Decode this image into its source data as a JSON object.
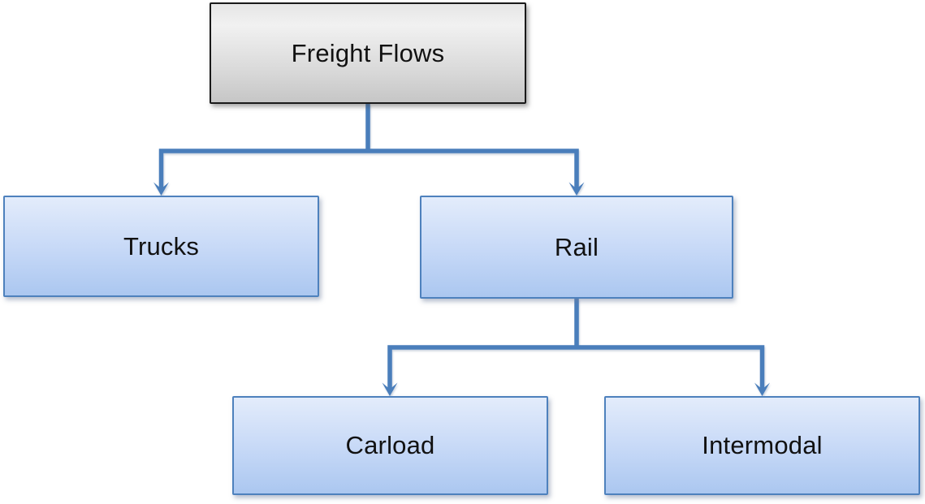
{
  "diagram": {
    "type": "tree",
    "background": "#FFFFFF",
    "nodes": [
      {
        "id": "freight-flows",
        "label": "Freight Flows",
        "level": 0,
        "style": "gray-root"
      },
      {
        "id": "trucks",
        "label": "Trucks",
        "level": 1,
        "style": "blue"
      },
      {
        "id": "rail",
        "label": "Rail",
        "level": 1,
        "style": "blue"
      },
      {
        "id": "carload",
        "label": "Carload",
        "level": 2,
        "style": "blue"
      },
      {
        "id": "intermodal",
        "label": "Intermodal",
        "level": 2,
        "style": "blue"
      }
    ],
    "edges": [
      {
        "from": "freight-flows",
        "to": "trucks"
      },
      {
        "from": "freight-flows",
        "to": "rail"
      },
      {
        "from": "rail",
        "to": "carload"
      },
      {
        "from": "rail",
        "to": "intermodal"
      }
    ],
    "colors": {
      "connector": "#4A7EBB",
      "node_border_blue": "#4E81BD",
      "node_fill_blue_top": "#E3ECFB",
      "node_fill_blue_bottom": "#ABC7F0",
      "root_border": "#1A1A1A",
      "root_fill_top": "#E6E6E6",
      "root_fill_bottom": "#C6C6C6",
      "text": "#111111"
    }
  }
}
